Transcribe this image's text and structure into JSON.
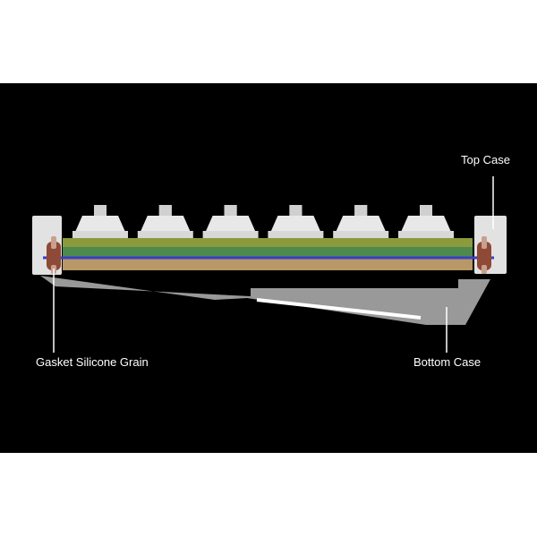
{
  "labels": {
    "top_case": "Top Case",
    "gasket": "Gasket Silicone Grain",
    "bottom_case": "Bottom Case"
  },
  "colors": {
    "background": "#000000",
    "outer": "#ffffff",
    "label_text": "#ffffff",
    "leader_line": "#ffffff",
    "top_case": "#e2e2e2",
    "bottom_case": "#999999",
    "switch": "#e8e8e8",
    "keycap_layer": "#8a9a3c",
    "pcb_layer": "#4e8a4e",
    "plate_line": "#3b3fc8",
    "foam_layer": "#b99868",
    "gasket": "#8e4a36",
    "gasket_core": "#c9a08e"
  },
  "components": {
    "switch_count": 6
  }
}
